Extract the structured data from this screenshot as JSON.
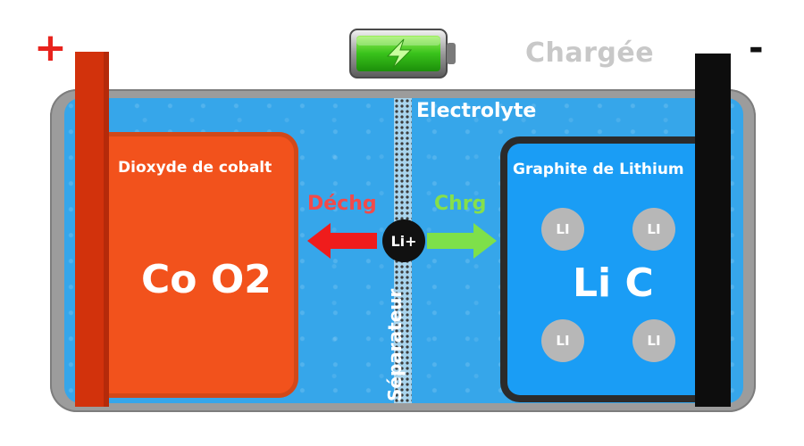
{
  "terminals": {
    "positive_sign": "+",
    "negative_sign": "-"
  },
  "state_label": "Chargée",
  "electrolyte_label": "Electrolyte",
  "separator_label": "Séparateur",
  "cathode": {
    "label": "Dioxyde de cobalt",
    "formula": "Co O2"
  },
  "anode": {
    "label": "Graphite de Lithium",
    "formula": "Li C",
    "ions": [
      "LI",
      "LI",
      "LI",
      "LI"
    ]
  },
  "migration": {
    "discharge_label": "Déchg",
    "charge_label": "Chrg",
    "ion_label": "Li+"
  },
  "colors": {
    "positive": "#e8231d",
    "negative": "#111111",
    "cathode": "#f2521c",
    "anode": "#1a9df5",
    "electrolyte": "#36a6ea",
    "discharge_arrow": "#ef1c1c",
    "charge_arrow": "#7ee04a"
  },
  "icons": {
    "battery": "battery-charging-icon"
  }
}
